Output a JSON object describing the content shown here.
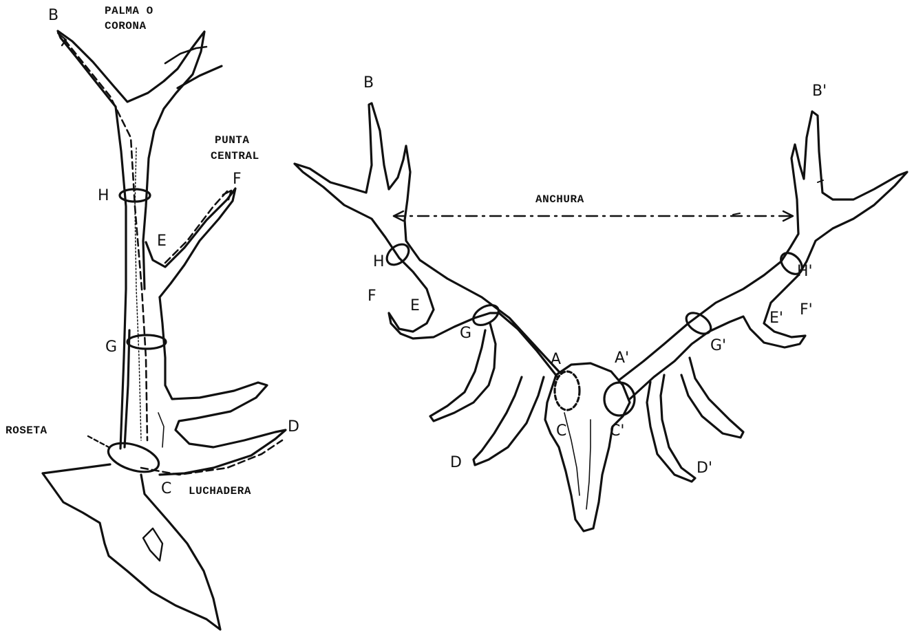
{
  "left_view": {
    "title_line1": "PALMA O",
    "title_line2": "CORONA",
    "central_line1": "PUNTA",
    "central_line2": "CENTRAL",
    "roseta": "ROSETA",
    "luchadera": "LUCHADERA",
    "points": {
      "B": "B",
      "F": "F",
      "H": "H",
      "E": "E",
      "G": "G",
      "D": "D",
      "C": "C"
    }
  },
  "right_view": {
    "anchura": "ANCHURA",
    "points": {
      "B": "B",
      "B_prime": "B'",
      "H": "H",
      "H_prime": "H'",
      "F": "F",
      "E": "E",
      "E_prime": "E'",
      "F_prime": "F'",
      "G": "G",
      "G_prime": "G'",
      "A": "A",
      "A_prime": "A'",
      "C": "C",
      "C_prime": "C'",
      "D": "D",
      "D_prime": "D'"
    }
  },
  "colors": {
    "ink": "#111111",
    "paper": "#ffffff"
  }
}
